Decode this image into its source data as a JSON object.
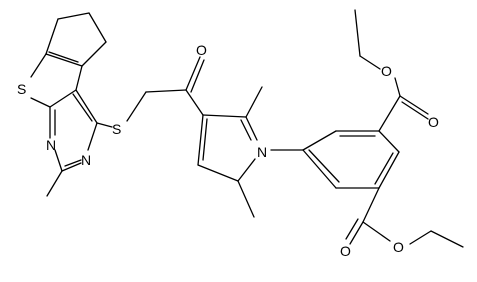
{
  "molecule": {
    "atom_labels": {
      "thiophene_s": "S",
      "thioether_s": "S",
      "pyrimidine_n_left": "N",
      "pyrimidine_n_right": "N",
      "pyrrole_n": "N",
      "ketone_o": "O",
      "upper_ester_o_single": "O",
      "upper_ester_o_double": "O",
      "lower_ester_o_double": "O",
      "lower_ester_o_single": "O"
    },
    "colors": {
      "bond": "#000000",
      "background": "#ffffff"
    }
  }
}
